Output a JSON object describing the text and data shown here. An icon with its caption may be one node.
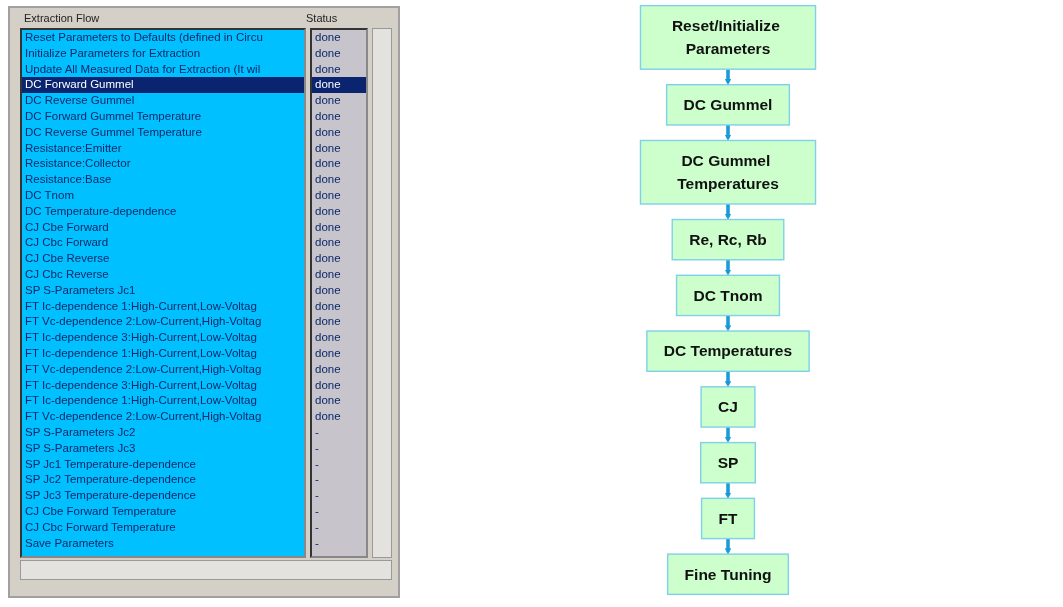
{
  "diagram": {
    "nodes": [
      {
        "text": [
          "Reset/Initialize Parameters"
        ]
      },
      {
        "text": [
          "DC Gummel"
        ]
      },
      {
        "text": [
          "DC Gummel Temperatures"
        ]
      },
      {
        "text": [
          "Re, Rc, Rb"
        ]
      },
      {
        "text": [
          "DC Tnom"
        ]
      },
      {
        "text": [
          "DC Temperatures"
        ]
      },
      {
        "text": [
          "CJ"
        ]
      },
      {
        "text": [
          "SP"
        ]
      },
      {
        "text": [
          "FT"
        ]
      },
      {
        "text": [
          "Fine Tuning"
        ]
      }
    ],
    "edges": [
      {
        "from": 0,
        "to": 1,
        "arrow": "to"
      },
      {
        "from": 1,
        "to": 2,
        "arrow": "to"
      },
      {
        "from": 2,
        "to": 3,
        "arrow": "to"
      },
      {
        "from": 3,
        "to": 4,
        "arrow": "to"
      },
      {
        "from": 4,
        "to": 5,
        "arrow": "to"
      },
      {
        "from": 5,
        "to": 6,
        "arrow": "to"
      },
      {
        "from": 6,
        "to": 7,
        "arrow": "to"
      },
      {
        "from": 7,
        "to": 8,
        "arrow": "to"
      },
      {
        "from": 8,
        "to": 9,
        "arrow": "to"
      }
    ],
    "labels": [
      "Extraction Flow",
      "Status",
      "Reset Parameters to Defaults (defined in Circu",
      "done",
      "Initialize Parameters for Extraction",
      "done",
      "Update All Measured Data for Extraction (It wil",
      "done",
      "DC Forward Gummel",
      "done",
      "DC Reverse Gummel",
      "done",
      "DC Forward Gummel Temperature",
      "done",
      "DC Reverse Gummel Temperature",
      "done",
      "Resistance:Emitter",
      "done",
      "Resistance:Collector",
      "done",
      "Resistance:Base",
      "done",
      "DC Tnom",
      "done",
      "DC Temperature-dependence",
      "done",
      "CJ Cbe Forward",
      "done",
      "CJ Cbc Forward",
      "done",
      "CJ Cbe Reverse",
      "done",
      "CJ Cbc Reverse",
      "done",
      "SP S-Parameters Jc1",
      "done",
      "FT Ic-dependence 1:High-Current,Low-Voltag",
      "done",
      "FT Vc-dependence 2:Low-Current,High-Voltag",
      "done",
      "FT Ic-dependence 3:High-Current,Low-Voltag",
      "done",
      "FT Ic-dependence 1:High-Current,Low-Voltag",
      "done",
      "FT Vc-dependence 2:Low-Current,High-Voltag",
      "done",
      "FT Ic-dependence 3:High-Current,Low-Voltag",
      "done",
      "FT Ic-dependence 1:High-Current,Low-Voltag",
      "done",
      "FT Vc-dependence 2:Low-Current,High-Voltag",
      "done",
      "SP S-Parameters Jc2",
      "-",
      "SP S-Parameters Jc3",
      "-",
      "SP Jc1 Temperature-dependence",
      "-",
      "SP Jc2 Temperature-dependence",
      "-",
      "SP Jc3 Temperature-dependence",
      "-",
      "CJ Cbe Forward Temperature",
      "-",
      "CJ Cbc Forward Temperature",
      "-",
      "Save Parameters",
      "-"
    ]
  }
}
